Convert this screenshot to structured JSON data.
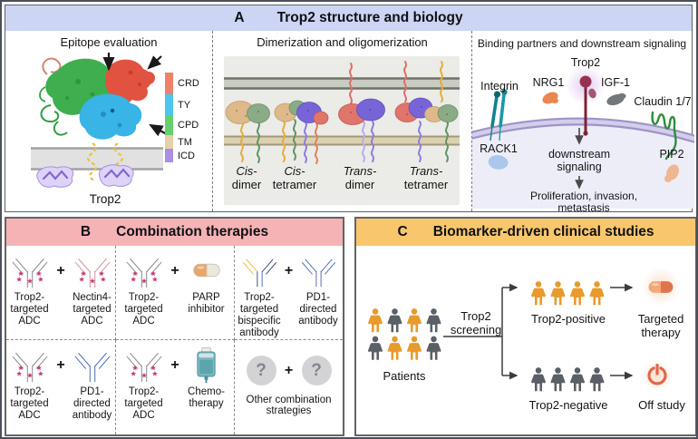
{
  "panel_a": {
    "tag": "A",
    "title": "Trop2 structure and biology",
    "header_color": "#ccd5f4",
    "epitope": {
      "title": "Epitope evaluation",
      "caption": "Trop2",
      "legend": [
        {
          "label": "CRD",
          "color": "#ef8168"
        },
        {
          "label": "TY",
          "color": "#4cc6ec"
        },
        {
          "label": "CPD",
          "color": "#66d06e"
        },
        {
          "label": "TM",
          "color": "#e7cfa7"
        },
        {
          "label": "ICD",
          "color": "#a98ee5"
        }
      ]
    },
    "dimerization": {
      "title": "Dimerization and oligomerization",
      "forms": [
        {
          "prefix": "Cis-",
          "name": "dimer"
        },
        {
          "prefix": "Cis-",
          "name": "tetramer"
        },
        {
          "prefix": "Trans-",
          "name": "dimer"
        },
        {
          "prefix": "Trans-",
          "name": "tetramer"
        }
      ]
    },
    "binding": {
      "title": "Binding partners and downstream signaling",
      "labels": {
        "trop2": "Trop2",
        "integrin": "Integrin",
        "nrg1": "NRG1",
        "igf1": "IGF-1",
        "claudin": "Claudin 1/7",
        "rack1": "RACK1",
        "pip2": "PIP2"
      },
      "downstream": "downstream\nsignaling",
      "outcome": "Proliferation, invasion,\nmetastasis"
    }
  },
  "panel_b": {
    "tag": "B",
    "title": "Combination therapies",
    "header_color": "#f5b3b5",
    "plus": "+",
    "question_mark": "?",
    "cells": [
      {
        "a": "Trop2-\ntargeted\nADC",
        "b": "Nectin4-\ntargeted\nADC"
      },
      {
        "a": "Trop2-\ntargeted\nADC",
        "b": "PARP\ninhibitor"
      },
      {
        "a": "Trop2-\ntargeted\nbispecific\nantibody",
        "b": "PD1-\ndirected\nantibody"
      },
      {
        "a": "Trop2-\ntargeted\nADC",
        "b": "PD1-\ndirected\nantibody"
      },
      {
        "a": "Trop2-\ntargeted\nADC",
        "b": "Chemo-\ntherapy"
      },
      {
        "caption": "Other combination\nstrategies"
      }
    ]
  },
  "panel_c": {
    "tag": "C",
    "title": "Biomarker-driven clinical studies",
    "header_color": "#f8c76d",
    "patients_label": "Patients",
    "screening_label": "Trop2\nscreening",
    "positive_label": "Trop2-positive",
    "negative_label": "Trop2-negative",
    "targeted_label": "Targeted\ntherapy",
    "off_study_label": "Off study",
    "patient_colors": {
      "orange": "#e89a2d",
      "gray": "#5b5f66"
    },
    "patients_grid": [
      [
        "orange",
        "gray",
        "orange",
        "gray"
      ],
      [
        "gray",
        "orange",
        "orange",
        "gray"
      ]
    ],
    "positive_count": 4,
    "negative_count": 4
  }
}
